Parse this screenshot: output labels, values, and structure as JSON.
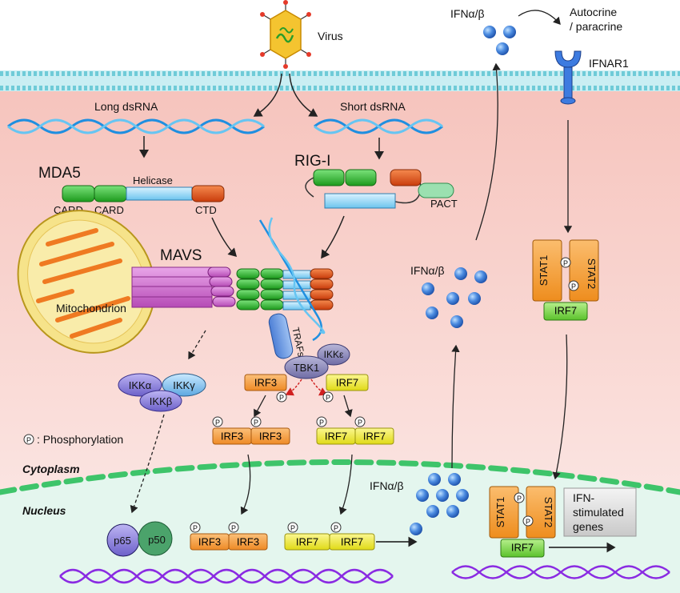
{
  "labels": {
    "virus": "Virus",
    "long_dsrna": "Long dsRNA",
    "short_dsrna": "Short dsRNA",
    "mda5": "MDA5",
    "helicase": "Helicase",
    "card1": "CARD",
    "card2": "CARD",
    "ctd": "CTD",
    "rig_i": "RIG-I",
    "pact": "PACT",
    "mavs": "MAVS",
    "mitochondrion": "Mitochondrion",
    "trafs": "TRAFs",
    "tbk1": "TBK1",
    "ikk_epsilon": "IKKε",
    "irf3": "IRF3",
    "irf7": "IRF7",
    "ikk_alpha": "IKKα",
    "ikk_gamma": "IKKγ",
    "ikk_beta": "IKKβ",
    "phospho_symbol": "P",
    "phosphorylation_legend": ": Phosphorylation",
    "cytoplasm": "Cytoplasm",
    "nucleus": "Nucleus",
    "p65": "p65",
    "p50": "p50",
    "ifn_top": "IFNα/β",
    "ifn_mid": "IFNα/β",
    "ifn_nucleus": "IFNα/β",
    "autocrine_line1": "Autocrine",
    "autocrine_line2": "/ paracrine",
    "ifnar1": "IFNAR1",
    "stat1": "STAT1",
    "stat2": "STAT2",
    "isg_line1": "IFN-",
    "isg_line2": "stimulated",
    "isg_line3": "genes"
  },
  "colors": {
    "membrane": "#9fdde6",
    "cytoplasm_top": "#f7c9c2",
    "cytoplasm_bottom": "#fbe9e6",
    "nucleus": "#e6f7ef",
    "nuclear_envelope": "#3ec46a",
    "card_green": "#2fb12f",
    "helicase_blue": "#8fd4f2",
    "ctd_orange": "#e2551e",
    "irf3_orange": "#f49a3b",
    "irf7_yellow": "#f2ee3a",
    "ifn_blue": "#3c78d8",
    "ikk_purple": "#8b7fd8",
    "mavs_purple": "#cf6fcf",
    "mito_yellow": "#f6e38a",
    "mito_orange": "#ef7a22",
    "dna_purple": "#8a2be2"
  }
}
